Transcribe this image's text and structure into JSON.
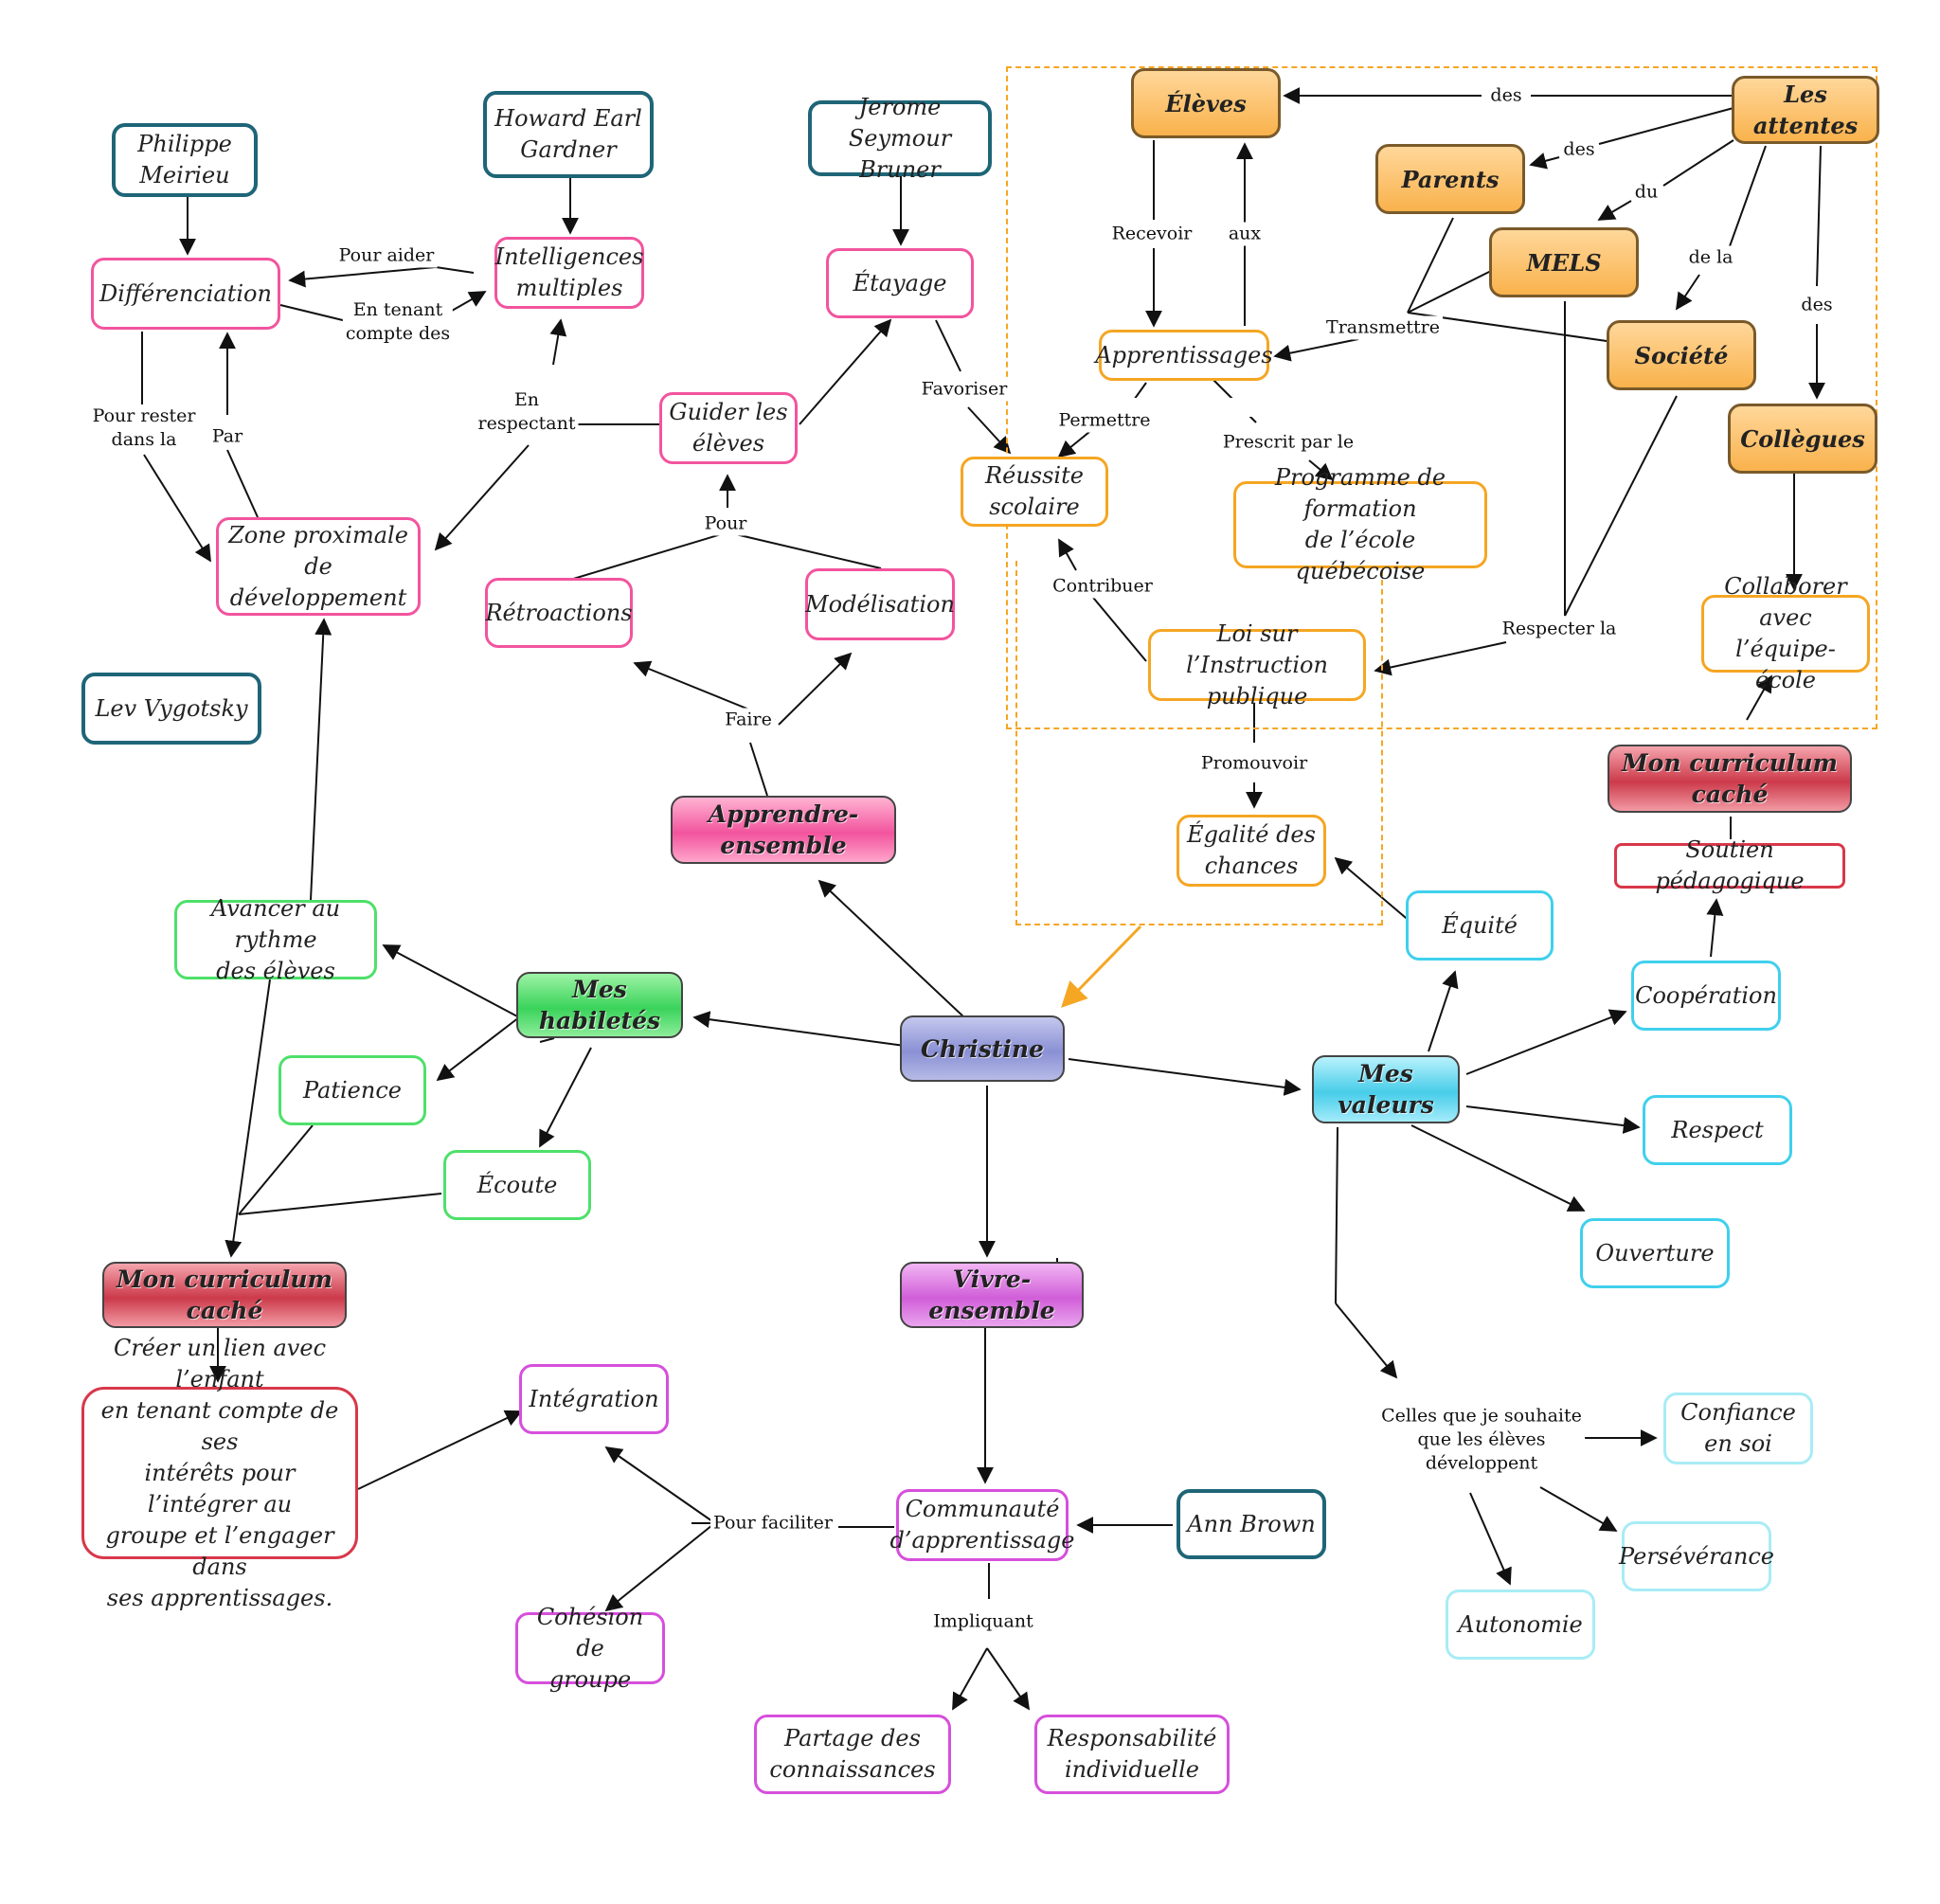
{
  "nodes": {
    "christine": "Christine",
    "mes_habiletes": "Mes habiletés",
    "mes_valeurs": "Mes valeurs",
    "apprendre_ensemble": "Apprendre-ensemble",
    "vivre_ensemble": "Vivre-ensemble",
    "curriculum_left": "Mon curriculum caché",
    "curriculum_right": "Mon curriculum caché",
    "philippe": [
      "Philippe",
      "Meirieu"
    ],
    "howard": [
      "Howard Earl",
      "Gardner"
    ],
    "jerome": [
      "Jerome Seymour",
      "Bruner"
    ],
    "differenciation": "Différenciation",
    "intelligences": [
      "Intelligences",
      "multiples"
    ],
    "etayage": "Étayage",
    "guider": [
      "Guider les",
      "élèves"
    ],
    "zone": [
      "Zone proximale de",
      "développement"
    ],
    "lev": "Lev Vygotsky",
    "retroactions": "Rétroactions",
    "modelisation": "Modélisation",
    "avancer": [
      "Avancer au rythme",
      "des élèves"
    ],
    "patience": "Patience",
    "ecoute": "Écoute",
    "creer_lien": [
      "Créer un lien avec l’enfant",
      "en tenant compte de ses",
      "intérêts pour l’intégrer au",
      "groupe et l’engager dans",
      "ses apprentissages."
    ],
    "integration": "Intégration",
    "cohesion": [
      "Cohésion de",
      "groupe"
    ],
    "communaute": [
      "Communauté",
      "d’apprentissage"
    ],
    "ann_brown": "Ann Brown",
    "partage": [
      "Partage des",
      "connaissances"
    ],
    "responsabilite": [
      "Responsabilité",
      "individuelle"
    ],
    "eleves": "Élèves",
    "les_attentes": "Les attentes",
    "parents": "Parents",
    "mels": "MELS",
    "societe": "Société",
    "collegues": "Collègues",
    "apprentissages": "Apprentissages",
    "reussite": [
      "Réussite",
      "scolaire"
    ],
    "programme": [
      "Programme de formation",
      "de l’école québécoise"
    ],
    "loi": [
      "Loi sur l’Instruction",
      "publique"
    ],
    "egalite": [
      "Égalité des",
      "chances"
    ],
    "collaborer": [
      "Collaborer avec",
      "l’équipe-école"
    ],
    "soutien": "Soutien pédagogique",
    "cooperation": "Coopération",
    "equite": "Équité",
    "respect": "Respect",
    "ouverture": "Ouverture",
    "confiance": [
      "Confiance",
      "en soi"
    ],
    "perseverance": "Persévérance",
    "autonomie": "Autonomie"
  },
  "link_labels": {
    "pour_aider": "Pour aider",
    "en_tenant": [
      "En tenant",
      "compte des"
    ],
    "pour_rester": [
      "Pour rester",
      "dans la"
    ],
    "par": "Par",
    "en_respectant": [
      "En",
      "respectant"
    ],
    "favoriser": "Favoriser",
    "pour": "Pour",
    "faire": "Faire",
    "pour_faciliter": "Pour faciliter",
    "impliquant": "Impliquant",
    "des_1": "des",
    "des_2": "des",
    "du": "du",
    "de_la": "de la",
    "des_3": "des",
    "recevoir": "Recevoir",
    "aux": "aux",
    "transmettre": "Transmettre",
    "permettre": "Permettre",
    "prescrit": "Prescrit par le",
    "contribuer": "Contribuer",
    "respecter": "Respecter la",
    "promouvoir": "Promouvoir",
    "celles_que": [
      "Celles que je souhaite",
      "que les élèves",
      "développent"
    ]
  },
  "colors": {
    "pink": "#f2549e",
    "teal": "#1e6577",
    "orange": "#f5a623",
    "green": "#4ee06a",
    "cyan": "#3fd0ec",
    "light_cyan": "#a8ecf5",
    "magenta": "#d64fdc",
    "red": "#d8384a",
    "hub_blue": "#8a90d4"
  }
}
